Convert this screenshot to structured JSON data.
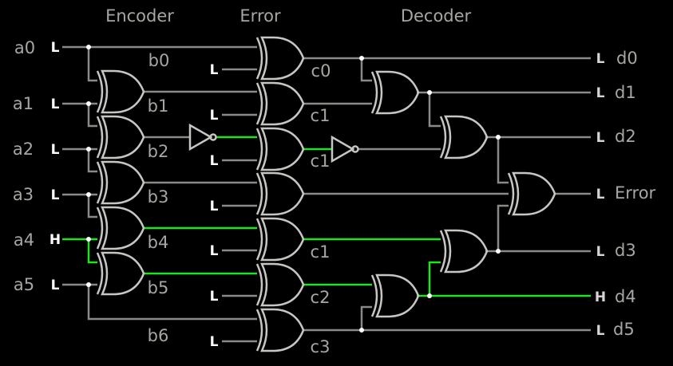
{
  "sections": {
    "encoder": "Encoder",
    "error": "Error",
    "decoder": "Decoder"
  },
  "colors": {
    "background": "#000000",
    "wire_low": "#8c8a86",
    "wire_high": "#1ee31e",
    "gate": "#c8c6c2",
    "label": "#a8a6a2"
  },
  "inputs": [
    {
      "name": "a0",
      "state": "L"
    },
    {
      "name": "a1",
      "state": "L"
    },
    {
      "name": "a2",
      "state": "L"
    },
    {
      "name": "a3",
      "state": "L"
    },
    {
      "name": "a4",
      "state": "H"
    },
    {
      "name": "a5",
      "state": "L"
    }
  ],
  "encoded": [
    "b0",
    "b1",
    "b2",
    "b3",
    "b4",
    "b5",
    "b6"
  ],
  "error_inputs": [
    "L",
    "L",
    "L",
    "L",
    "L",
    "L",
    "L"
  ],
  "error_outputs": [
    "c0",
    "c1",
    "c1",
    "c1",
    "c2",
    "c3"
  ],
  "outputs": [
    {
      "name": "d0",
      "state": "L"
    },
    {
      "name": "d1",
      "state": "L"
    },
    {
      "name": "d2",
      "state": "L"
    },
    {
      "name": "Error",
      "state": "L"
    },
    {
      "name": "d3",
      "state": "L"
    },
    {
      "name": "d4",
      "state": "H"
    },
    {
      "name": "d5",
      "state": "L"
    }
  ]
}
